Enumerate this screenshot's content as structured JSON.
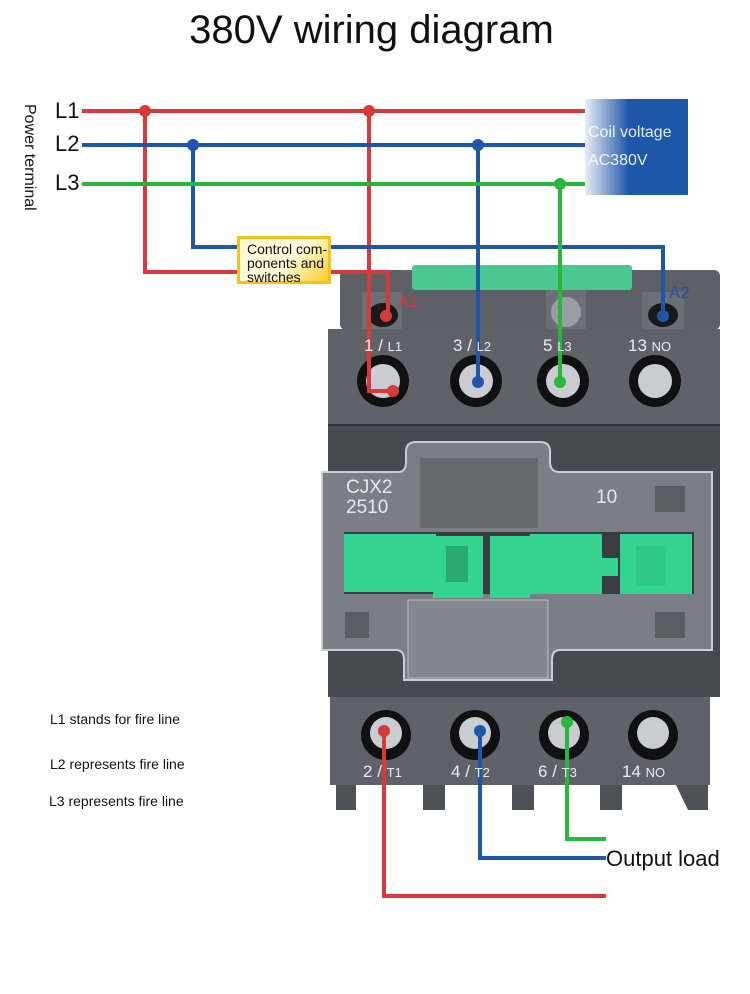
{
  "title": "380V wiring diagram",
  "power_terminal_label": "Power terminal",
  "lines": [
    {
      "label": "L1",
      "color": "#d63a3a"
    },
    {
      "label": "L2",
      "color": "#1e56a8"
    },
    {
      "label": "L3",
      "color": "#25b83a"
    }
  ],
  "control_box": {
    "text": "Control components and switches",
    "line1": "Control com-",
    "line2": "ponents and",
    "line3": "switches",
    "border_color": "#f2c318"
  },
  "coil_box": {
    "line1": "Coil voltage",
    "line2": "AC380V",
    "color": "#1e56a8"
  },
  "coil_terminals": {
    "a1": "A1",
    "a2": "A2"
  },
  "contactor": {
    "model_line1": "CJX2",
    "model_line2": "2510",
    "aux_label": "10",
    "top_terminals": [
      {
        "num": "1",
        "sub": "L1"
      },
      {
        "num": "3",
        "sub": "L2"
      },
      {
        "num": "5",
        "sub": "L3"
      },
      {
        "num": "13",
        "sub": "NO"
      }
    ],
    "bottom_terminals": [
      {
        "num": "2",
        "sub": "T1"
      },
      {
        "num": "4",
        "sub": "T2"
      },
      {
        "num": "6",
        "sub": "T3"
      },
      {
        "num": "14",
        "sub": "NO"
      }
    ],
    "body_color": "#55595f",
    "accent_color": "#2fd98a"
  },
  "legend": [
    "L1 stands for fire line",
    "L2 represents fire line",
    "L3 represents fire line"
  ],
  "output_label": "Output load"
}
